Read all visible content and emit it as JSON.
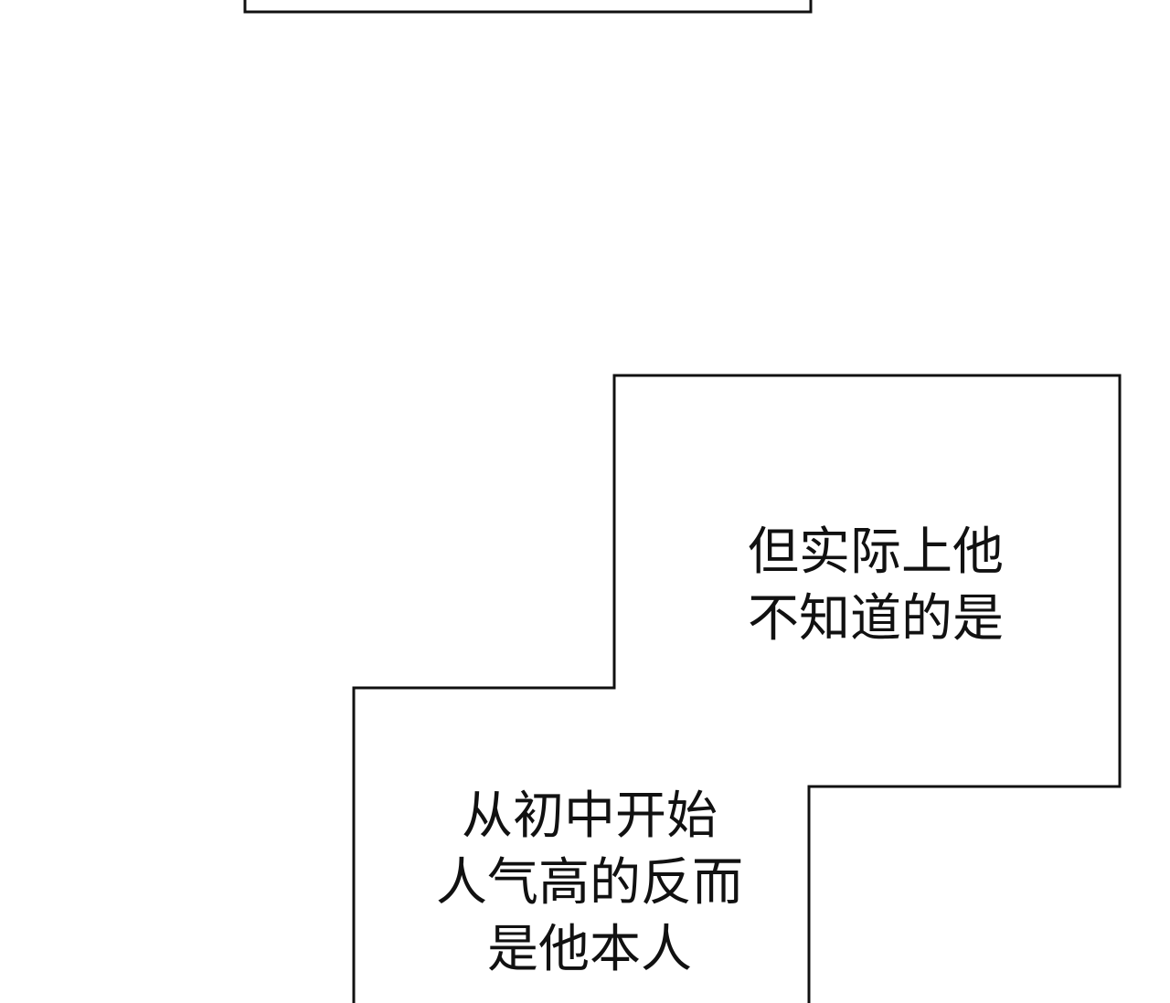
{
  "colors": {
    "background": "#ffffff",
    "border": "#111111",
    "text": "#111111"
  },
  "captions": {
    "upper": {
      "lines": [
        "但实际上他",
        "不知道的是"
      ]
    },
    "lower": {
      "lines": [
        "从初中开始",
        "人气高的反而",
        "是他本人"
      ]
    }
  }
}
